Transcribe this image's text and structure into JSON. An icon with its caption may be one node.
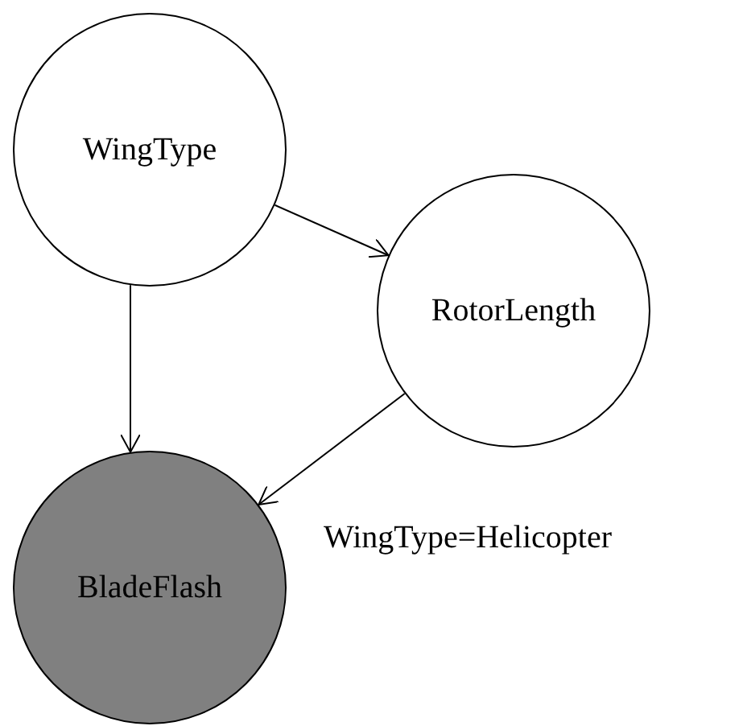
{
  "diagram": {
    "nodes": [
      {
        "text": [
          "WingType"
        ]
      },
      {
        "text": [
          "RotorLength"
        ]
      },
      {
        "text": [
          "BladeFlash"
        ]
      }
    ],
    "edges": [
      {
        "from": 0,
        "to": 1,
        "arrow": "to"
      },
      {
        "from": 0,
        "to": 2,
        "arrow": "to"
      },
      {
        "from": 1,
        "to": 2,
        "arrow": "to",
        "label": "WingType=Helicopter"
      }
    ]
  }
}
